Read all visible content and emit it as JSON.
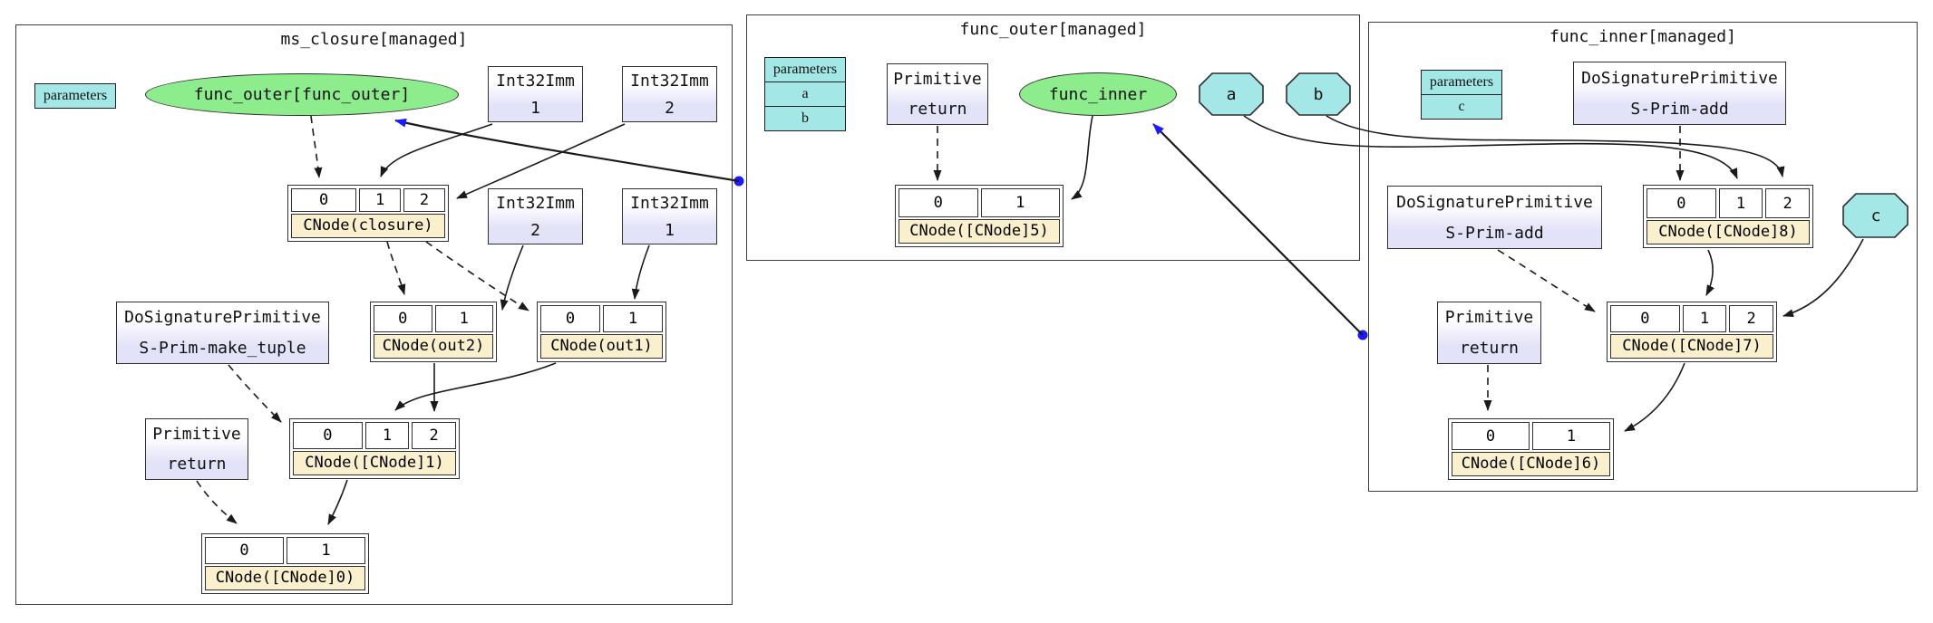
{
  "colors": {
    "edge_black": "#1a1a1a",
    "edge_blue": "#1b1bff",
    "node_fill_lavender": "#e2e2f8",
    "node_fill_cream": "#faf0cd",
    "node_fill_teal": "#a3e8e6",
    "node_fill_green": "#8ded8d",
    "cluster_border": "#3c3c3c"
  },
  "clusters": {
    "ms_closure": {
      "title": "ms_closure[managed]",
      "parameters": {
        "header": "parameters",
        "rows": []
      },
      "nodes": {
        "func_outer_ellipse": {
          "label": "func_outer[func_outer]"
        },
        "imm1_top": {
          "type": "Int32Imm",
          "value": "1"
        },
        "imm2_top": {
          "type": "Int32Imm",
          "value": "2"
        },
        "imm2_mid": {
          "type": "Int32Imm",
          "value": "2"
        },
        "imm1_mid": {
          "type": "Int32Imm",
          "value": "1"
        },
        "closure": {
          "slots": [
            "0",
            "1",
            "2"
          ],
          "label": "CNode(closure)"
        },
        "make_tuple": {
          "type": "DoSignaturePrimitive",
          "value": "S-Prim-make_tuple"
        },
        "out2": {
          "slots": [
            "0",
            "1"
          ],
          "label": "CNode(out2)"
        },
        "out1": {
          "slots": [
            "0",
            "1"
          ],
          "label": "CNode(out1)"
        },
        "ret": {
          "type": "Primitive",
          "value": "return"
        },
        "cnode1": {
          "slots": [
            "0",
            "1",
            "2"
          ],
          "label": "CNode([CNode]1)"
        },
        "cnode0": {
          "slots": [
            "0",
            "1"
          ],
          "label": "CNode([CNode]0)"
        }
      }
    },
    "func_outer": {
      "title": "func_outer[managed]",
      "parameters": {
        "header": "parameters",
        "rows": [
          "a",
          "b"
        ]
      },
      "nodes": {
        "ret": {
          "type": "Primitive",
          "value": "return"
        },
        "func_inner_ellipse": {
          "label": "func_inner"
        },
        "param_a": {
          "label": "a"
        },
        "param_b": {
          "label": "b"
        },
        "cnode5": {
          "slots": [
            "0",
            "1"
          ],
          "label": "CNode([CNode]5)"
        }
      }
    },
    "func_inner": {
      "title": "func_inner[managed]",
      "parameters": {
        "header": "parameters",
        "rows": [
          "c"
        ]
      },
      "nodes": {
        "add_top": {
          "type": "DoSignaturePrimitive",
          "value": "S-Prim-add"
        },
        "add_left": {
          "type": "DoSignaturePrimitive",
          "value": "S-Prim-add"
        },
        "cnode8": {
          "slots": [
            "0",
            "1",
            "2"
          ],
          "label": "CNode([CNode]8)"
        },
        "param_c": {
          "label": "c"
        },
        "ret": {
          "type": "Primitive",
          "value": "return"
        },
        "cnode7": {
          "slots": [
            "0",
            "1",
            "2"
          ],
          "label": "CNode([CNode]7)"
        },
        "cnode6": {
          "slots": [
            "0",
            "1"
          ],
          "label": "CNode([CNode]6)"
        }
      }
    }
  }
}
